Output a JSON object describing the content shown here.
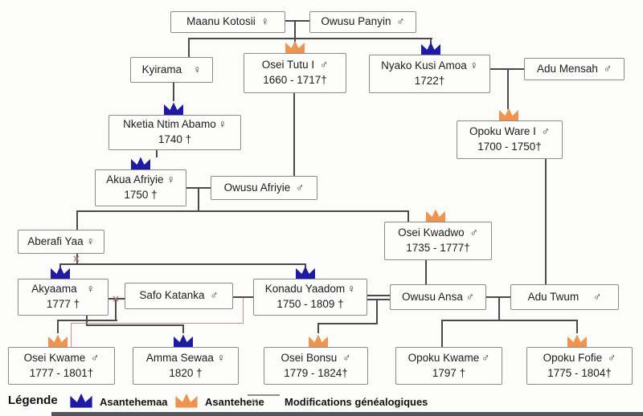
{
  "diagram_title": "Asante royal family tree",
  "colors": {
    "asantehemaa_crown": "#1f1aa3",
    "asantehene_crown": "#ef9450",
    "connector_line": "#4a4a4a",
    "modification_line": "#c9908e",
    "box_border": "#8a8a8a"
  },
  "symbols": {
    "female": "♀",
    "male": "♂",
    "modification_mark": "×"
  },
  "persons": {
    "maanu": {
      "name": "Maanu Kotosii",
      "gender": "♀"
    },
    "owusu_panyin": {
      "name": "Owusu Panyin",
      "gender": "♂"
    },
    "kyirama": {
      "name": "Kyirama",
      "gender": "♀"
    },
    "osei_tutu": {
      "name": "Osei Tutu I",
      "gender": "♂",
      "dates": "1660 - 1717†",
      "crown": "asantehene"
    },
    "nyako": {
      "name": "Nyako Kusi Amoa",
      "gender": "♀",
      "dates": "1722†",
      "crown": "asantehemaa"
    },
    "adu_mensah": {
      "name": "Adu Mensah",
      "gender": "♂"
    },
    "nketia": {
      "name": "Nketia Ntim Abamo",
      "gender": "♀",
      "dates": "1740 †",
      "crown": "asantehemaa"
    },
    "opoku_ware": {
      "name": "Opoku Ware I",
      "gender": "♂",
      "dates": "1700 - 1750†",
      "crown": "asantehene"
    },
    "akua": {
      "name": "Akua Afriyie",
      "gender": "♀",
      "dates": "1750 †",
      "crown": "asantehemaa"
    },
    "owusu_afriyie": {
      "name": "Owusu Afriyie",
      "gender": "♂"
    },
    "aberafi": {
      "name": "Aberafi Yaa",
      "gender": "♀"
    },
    "osei_kwadwo": {
      "name": "Osei Kwadwo",
      "gender": "♂",
      "dates": "1735 - 1777†",
      "crown": "asantehene"
    },
    "akyaama": {
      "name": "Akyaama",
      "gender": "♀",
      "dates": "1777 †",
      "crown": "asantehemaa"
    },
    "safo": {
      "name": "Safo Katanka",
      "gender": "♂"
    },
    "konadu": {
      "name": "Konadu Yaadom",
      "gender": "♀",
      "dates": "1750 - 1809 †",
      "crown": "asantehemaa"
    },
    "owusu_ansa": {
      "name": "Owusu Ansa",
      "gender": "♂"
    },
    "adu_twum": {
      "name": "Adu Twum",
      "gender": "♂"
    },
    "osei_kwame": {
      "name": "Osei Kwame",
      "gender": "♂",
      "dates": "1777 - 1801†",
      "crown": "asantehene"
    },
    "amma": {
      "name": "Amma Sewaa",
      "gender": "♀",
      "dates": "1820 †",
      "crown": "asantehemaa"
    },
    "osei_bonsu": {
      "name": "Osei Bonsu",
      "gender": "♂",
      "dates": "1779 - 1824†",
      "crown": "asantehene"
    },
    "opoku_kwame": {
      "name": "Opoku Kwame",
      "gender": "♂",
      "dates": "1797 †"
    },
    "opoku_fofie": {
      "name": "Opoku Fofie",
      "gender": "♂",
      "dates": "1775 - 1804†",
      "crown": "asantehene"
    }
  },
  "legend": {
    "title": "Légende",
    "asantehemaa_label": "Asantehemaa",
    "asantehene_label": "Asantehene",
    "modifications_label": "Modifications généalogiques"
  }
}
